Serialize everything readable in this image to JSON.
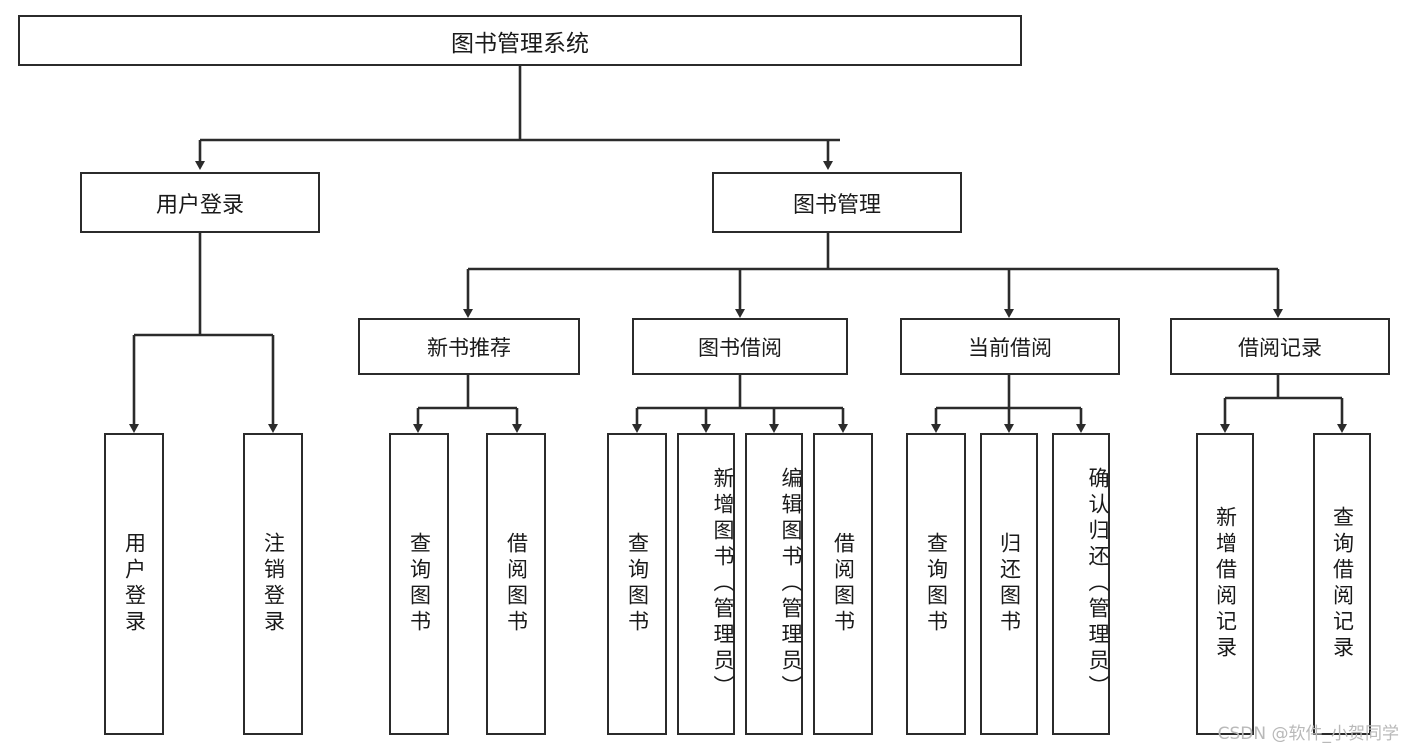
{
  "diagram": {
    "title": "图书管理系统",
    "type": "hierarchy-tree",
    "watermark": "CSDN @软件_小贺同学",
    "colors": {
      "border": "#2b2b2b",
      "background": "#ffffff",
      "text": "#1a1a1a",
      "edge": "#2b2b2b",
      "watermark": "#b9b9b9"
    },
    "root": {
      "label": "图书管理系统"
    },
    "level2": [
      {
        "label": "用户登录"
      },
      {
        "label": "图书管理"
      }
    ],
    "level3": [
      {
        "label": "新书推荐"
      },
      {
        "label": "图书借阅"
      },
      {
        "label": "当前借阅"
      },
      {
        "label": "借阅记录"
      }
    ],
    "leaves": {
      "user_login": [
        {
          "label": "用户登录"
        },
        {
          "label": "注销登录"
        }
      ],
      "new_book_recommend": [
        {
          "label": "查询图书"
        },
        {
          "label": "借阅图书"
        }
      ],
      "book_borrow": [
        {
          "label": "查询图书"
        },
        {
          "label": "新增图书（管理员）"
        },
        {
          "label": "编辑图书（管理员）"
        },
        {
          "label": "借阅图书"
        }
      ],
      "current_borrow": [
        {
          "label": "查询图书"
        },
        {
          "label": "归还图书"
        },
        {
          "label": "确认归还（管理员）"
        }
      ],
      "borrow_record": [
        {
          "label": "新增借阅记录"
        },
        {
          "label": "查询借阅记录"
        }
      ]
    }
  }
}
